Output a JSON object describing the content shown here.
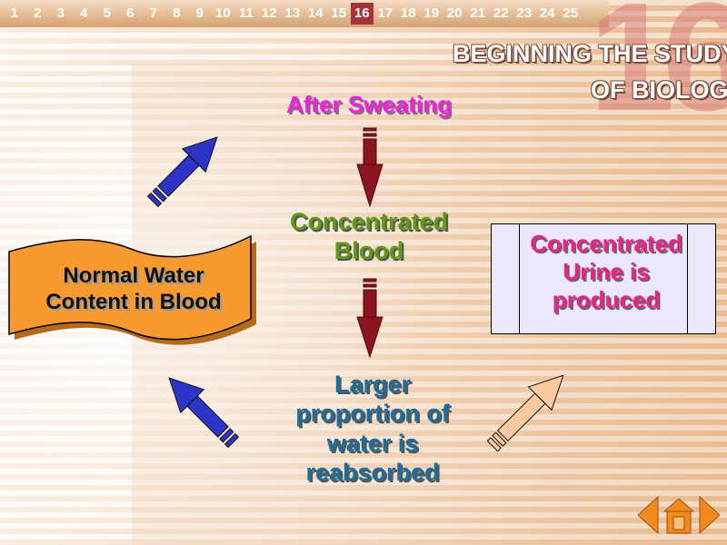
{
  "header": {
    "nav_numbers": [
      "1",
      "2",
      "3",
      "4",
      "5",
      "6",
      "7",
      "8",
      "9",
      "10",
      "11",
      "12",
      "13",
      "14",
      "15",
      "16",
      "17",
      "18",
      "19",
      "20",
      "21",
      "22",
      "23",
      "24",
      "25"
    ],
    "active_index": 15,
    "big_number": "16",
    "title_line1": "BEGINNING THE STUDY",
    "title_line2": "OF BIOLOGY"
  },
  "diagram": {
    "step1": "After Sweating",
    "step2": "Concentrated Blood",
    "step3": "Larger proportion of water is reabsorbed",
    "start_state": "Normal Water Content in Blood",
    "outcome": "Concentrated Urine is produced"
  },
  "colors": {
    "step1": "#f020e0",
    "step2": "#5f9a16",
    "step3": "#1e6e9c",
    "outcome": "#f0208a",
    "banner_fill": "#f79a30",
    "blue_arrow": "#2f34c8",
    "dark_red_arrow": "#8c1420",
    "peach_arrow": "#fbc8a0",
    "urine_box": "#ece8fb"
  },
  "footer": {
    "prev_icon": "arrow-left-icon",
    "home_icon": "home-icon",
    "next_icon": "arrow-right-icon"
  }
}
